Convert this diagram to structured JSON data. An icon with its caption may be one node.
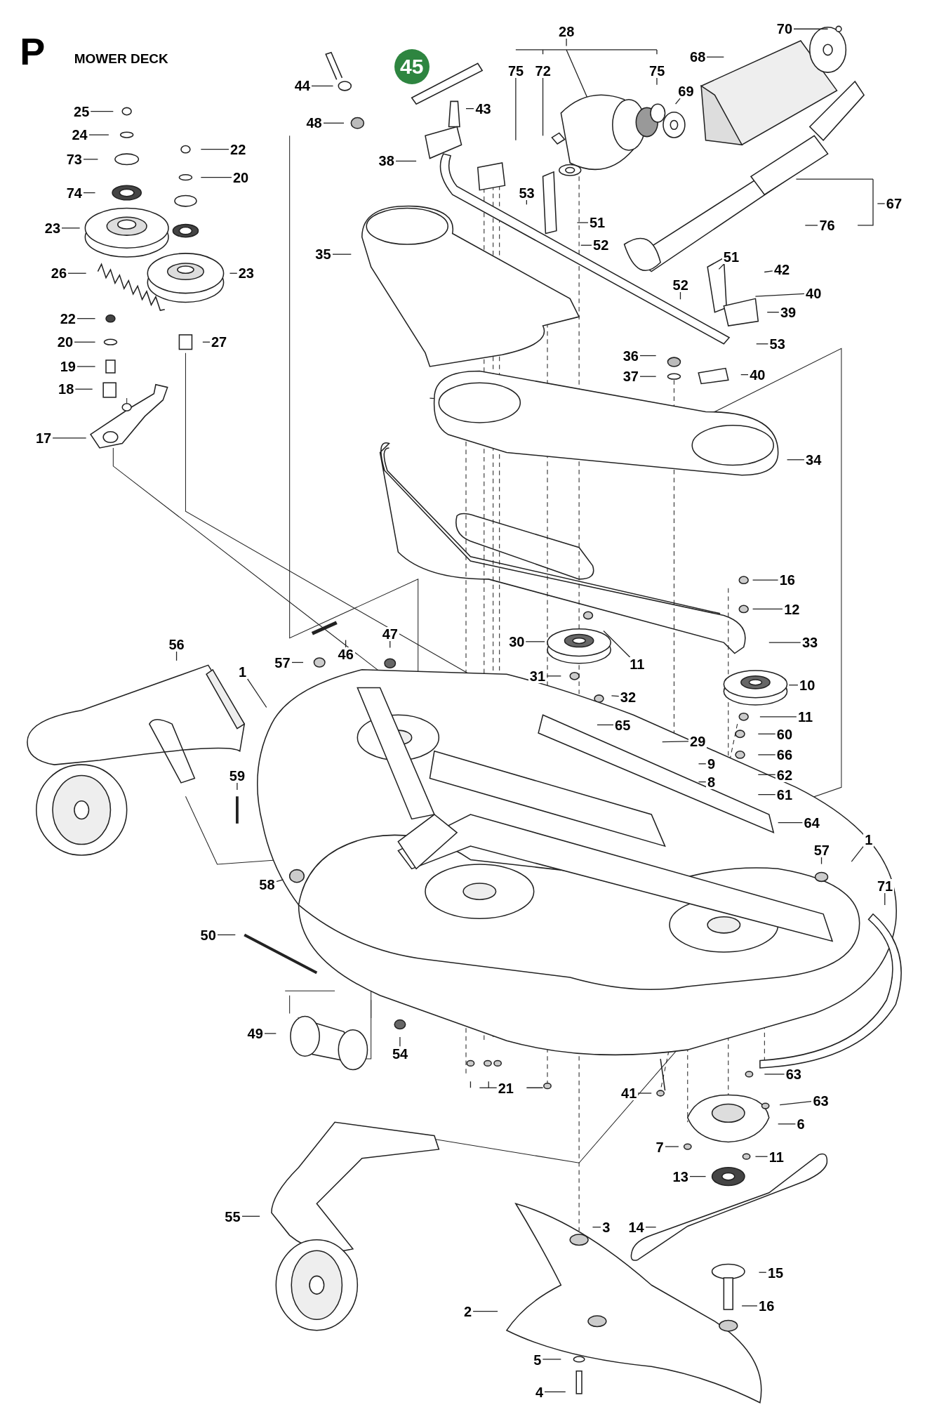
{
  "diagram": {
    "title": "MOWER DECK",
    "nodes": [
      {
        "text": [
          "25"
        ]
      },
      {
        "text": [
          "24"
        ]
      },
      {
        "text": [
          "73"
        ]
      },
      {
        "text": [
          "74"
        ]
      },
      {
        "text": [
          "23"
        ]
      },
      {
        "text": [
          "26"
        ]
      },
      {
        "text": [
          "22"
        ]
      },
      {
        "text": [
          "20"
        ]
      },
      {
        "text": [
          "19"
        ]
      },
      {
        "text": [
          "18"
        ]
      },
      {
        "text": [
          "17"
        ]
      },
      {
        "text": [
          "22"
        ]
      },
      {
        "text": [
          "20"
        ]
      },
      {
        "text": [
          "23"
        ]
      },
      {
        "text": [
          "27"
        ]
      },
      {
        "text": [
          "28"
        ]
      },
      {
        "text": [
          "75"
        ]
      },
      {
        "text": [
          "72"
        ]
      },
      {
        "text": [
          "75"
        ]
      },
      {
        "text": [
          "68"
        ]
      },
      {
        "text": [
          "70"
        ]
      },
      {
        "text": [
          "69"
        ]
      },
      {
        "text": [
          "44"
        ]
      },
      {
        "text": [
          "48"
        ]
      },
      {
        "text": [
          "43"
        ]
      },
      {
        "text": [
          "38"
        ]
      },
      {
        "text": [
          "53"
        ]
      },
      {
        "text": [
          "51"
        ]
      },
      {
        "text": [
          "52"
        ]
      },
      {
        "text": [
          "35"
        ]
      },
      {
        "text": [
          "67"
        ]
      },
      {
        "text": [
          "76"
        ]
      },
      {
        "text": [
          "51"
        ]
      },
      {
        "text": [
          "42"
        ]
      },
      {
        "text": [
          "40"
        ]
      },
      {
        "text": [
          "52"
        ]
      },
      {
        "text": [
          "39"
        ]
      },
      {
        "text": [
          "53"
        ]
      },
      {
        "text": [
          "36"
        ]
      },
      {
        "text": [
          "37"
        ]
      },
      {
        "text": [
          "40"
        ]
      },
      {
        "text": [
          "34"
        ]
      },
      {
        "text": [
          "16"
        ]
      },
      {
        "text": [
          "12"
        ]
      },
      {
        "text": [
          "33"
        ]
      },
      {
        "text": [
          "30"
        ]
      },
      {
        "text": [
          "11"
        ]
      },
      {
        "text": [
          "31"
        ]
      },
      {
        "text": [
          "32"
        ]
      },
      {
        "text": [
          "10"
        ]
      },
      {
        "text": [
          "11"
        ]
      },
      {
        "text": [
          "60"
        ]
      },
      {
        "text": [
          "66"
        ]
      },
      {
        "text": [
          "62"
        ]
      },
      {
        "text": [
          "61"
        ]
      },
      {
        "text": [
          "64"
        ]
      },
      {
        "text": [
          "29"
        ]
      },
      {
        "text": [
          "9"
        ]
      },
      {
        "text": [
          "8"
        ]
      },
      {
        "text": [
          "65"
        ]
      },
      {
        "text": [
          "56"
        ]
      },
      {
        "text": [
          "1"
        ]
      },
      {
        "text": [
          "57"
        ]
      },
      {
        "text": [
          "46"
        ]
      },
      {
        "text": [
          "47"
        ]
      },
      {
        "text": [
          "59"
        ]
      },
      {
        "text": [
          "58"
        ]
      },
      {
        "text": [
          "50"
        ]
      },
      {
        "text": [
          "49"
        ]
      },
      {
        "text": [
          "54"
        ]
      },
      {
        "text": [
          "21"
        ]
      },
      {
        "text": [
          "1"
        ]
      },
      {
        "text": [
          "71"
        ]
      },
      {
        "text": [
          "57"
        ]
      },
      {
        "text": [
          "41"
        ]
      },
      {
        "text": [
          "63"
        ]
      },
      {
        "text": [
          "63"
        ]
      },
      {
        "text": [
          "6"
        ]
      },
      {
        "text": [
          "7"
        ]
      },
      {
        "text": [
          "11"
        ]
      },
      {
        "text": [
          "13"
        ]
      },
      {
        "text": [
          "14"
        ]
      },
      {
        "text": [
          "3"
        ]
      },
      {
        "text": [
          "15"
        ]
      },
      {
        "text": [
          "16"
        ]
      },
      {
        "text": [
          "2"
        ]
      },
      {
        "text": [
          "5"
        ]
      },
      {
        "text": [
          "4"
        ]
      },
      {
        "text": [
          "55"
        ]
      }
    ],
    "edges": [
      {
        "from": 0,
        "to": null,
        "arrow": "none"
      },
      {
        "from": 1,
        "to": null,
        "arrow": "none"
      },
      {
        "from": 2,
        "to": null,
        "arrow": "none"
      },
      {
        "from": 3,
        "to": null,
        "arrow": "none"
      },
      {
        "from": 4,
        "to": null,
        "arrow": "none"
      },
      {
        "from": 5,
        "to": null,
        "arrow": "none"
      },
      {
        "from": 6,
        "to": null,
        "arrow": "none"
      },
      {
        "from": 7,
        "to": null,
        "arrow": "none"
      },
      {
        "from": 8,
        "to": null,
        "arrow": "none"
      },
      {
        "from": 9,
        "to": null,
        "arrow": "none"
      },
      {
        "from": 10,
        "to": null,
        "arrow": "none"
      },
      {
        "from": 11,
        "to": null,
        "arrow": "none"
      },
      {
        "from": 12,
        "to": null,
        "arrow": "none"
      },
      {
        "from": 13,
        "to": null,
        "arrow": "none"
      },
      {
        "from": 14,
        "to": null,
        "arrow": "none"
      },
      {
        "from": 15,
        "to": null,
        "arrow": "none"
      },
      {
        "from": 16,
        "to": null,
        "arrow": "none"
      },
      {
        "from": 17,
        "to": null,
        "arrow": "none"
      },
      {
        "from": 18,
        "to": null,
        "arrow": "none"
      },
      {
        "from": 19,
        "to": null,
        "arrow": "none"
      },
      {
        "from": 20,
        "to": null,
        "arrow": "none"
      },
      {
        "from": 21,
        "to": null,
        "arrow": "none"
      },
      {
        "from": 22,
        "to": null,
        "arrow": "none"
      },
      {
        "from": 23,
        "to": null,
        "arrow": "none"
      },
      {
        "from": 24,
        "to": null,
        "arrow": "none"
      },
      {
        "from": 25,
        "to": null,
        "arrow": "none"
      },
      {
        "from": 26,
        "to": null,
        "arrow": "none"
      },
      {
        "from": 27,
        "to": null,
        "arrow": "none"
      },
      {
        "from": 28,
        "to": null,
        "arrow": "none"
      },
      {
        "from": 29,
        "to": null,
        "arrow": "none"
      },
      {
        "from": 30,
        "to": null,
        "arrow": "none"
      },
      {
        "from": 31,
        "to": null,
        "arrow": "none"
      },
      {
        "from": 32,
        "to": null,
        "arrow": "none"
      },
      {
        "from": 33,
        "to": null,
        "arrow": "none"
      },
      {
        "from": 34,
        "to": null,
        "arrow": "none"
      },
      {
        "from": 35,
        "to": null,
        "arrow": "none"
      },
      {
        "from": 36,
        "to": null,
        "arrow": "none"
      },
      {
        "from": 37,
        "to": null,
        "arrow": "none"
      },
      {
        "from": 38,
        "to": null,
        "arrow": "none"
      },
      {
        "from": 39,
        "to": null,
        "arrow": "none"
      },
      {
        "from": 40,
        "to": null,
        "arrow": "none"
      },
      {
        "from": 41,
        "to": null,
        "arrow": "none"
      },
      {
        "from": 42,
        "to": null,
        "arrow": "none"
      },
      {
        "from": 43,
        "to": null,
        "arrow": "none"
      },
      {
        "from": 44,
        "to": null,
        "arrow": "none"
      },
      {
        "from": 45,
        "to": null,
        "arrow": "none"
      },
      {
        "from": 46,
        "to": null,
        "arrow": "none"
      },
      {
        "from": 47,
        "to": null,
        "arrow": "none"
      },
      {
        "from": 48,
        "to": null,
        "arrow": "none"
      },
      {
        "from": 49,
        "to": null,
        "arrow": "none"
      },
      {
        "from": 50,
        "to": null,
        "arrow": "none"
      },
      {
        "from": 51,
        "to": null,
        "arrow": "none"
      },
      {
        "from": 52,
        "to": null,
        "arrow": "none"
      },
      {
        "from": 53,
        "to": null,
        "arrow": "none"
      },
      {
        "from": 54,
        "to": null,
        "arrow": "none"
      },
      {
        "from": 55,
        "to": null,
        "arrow": "none"
      },
      {
        "from": 56,
        "to": null,
        "arrow": "none"
      },
      {
        "from": 57,
        "to": null,
        "arrow": "none"
      },
      {
        "from": 58,
        "to": null,
        "arrow": "none"
      },
      {
        "from": 59,
        "to": null,
        "arrow": "none"
      },
      {
        "from": 60,
        "to": null,
        "arrow": "none"
      },
      {
        "from": 61,
        "to": null,
        "arrow": "none"
      },
      {
        "from": 62,
        "to": null,
        "arrow": "none"
      },
      {
        "from": 63,
        "to": null,
        "arrow": "none"
      },
      {
        "from": 64,
        "to": null,
        "arrow": "none"
      },
      {
        "from": 65,
        "to": null,
        "arrow": "none"
      },
      {
        "from": 66,
        "to": null,
        "arrow": "none"
      },
      {
        "from": 67,
        "to": null,
        "arrow": "none"
      },
      {
        "from": 68,
        "to": null,
        "arrow": "none"
      },
      {
        "from": 69,
        "to": null,
        "arrow": "none"
      },
      {
        "from": 70,
        "to": null,
        "arrow": "none"
      },
      {
        "from": 71,
        "to": null,
        "arrow": "none"
      },
      {
        "from": 72,
        "to": null,
        "arrow": "none"
      },
      {
        "from": 73,
        "to": null,
        "arrow": "none"
      },
      {
        "from": 74,
        "to": null,
        "arrow": "none"
      },
      {
        "from": 75,
        "to": null,
        "arrow": "none"
      },
      {
        "from": 76,
        "to": null,
        "arrow": "none"
      },
      {
        "from": 77,
        "to": null,
        "arrow": "none"
      },
      {
        "from": 78,
        "to": null,
        "arrow": "none"
      },
      {
        "from": 79,
        "to": null,
        "arrow": "none"
      },
      {
        "from": 80,
        "to": null,
        "arrow": "none"
      },
      {
        "from": 81,
        "to": null,
        "arrow": "none"
      },
      {
        "from": 82,
        "to": null,
        "arrow": "none"
      },
      {
        "from": 83,
        "to": null,
        "arrow": "none"
      },
      {
        "from": 84,
        "to": null,
        "arrow": "none"
      },
      {
        "from": 85,
        "to": null,
        "arrow": "none"
      },
      {
        "from": 86,
        "to": null,
        "arrow": "none"
      },
      {
        "from": 87,
        "to": null,
        "arrow": "none"
      },
      {
        "from": 88,
        "to": null,
        "arrow": "none"
      }
    ],
    "labels": [
      "P",
      "45"
    ]
  }
}
